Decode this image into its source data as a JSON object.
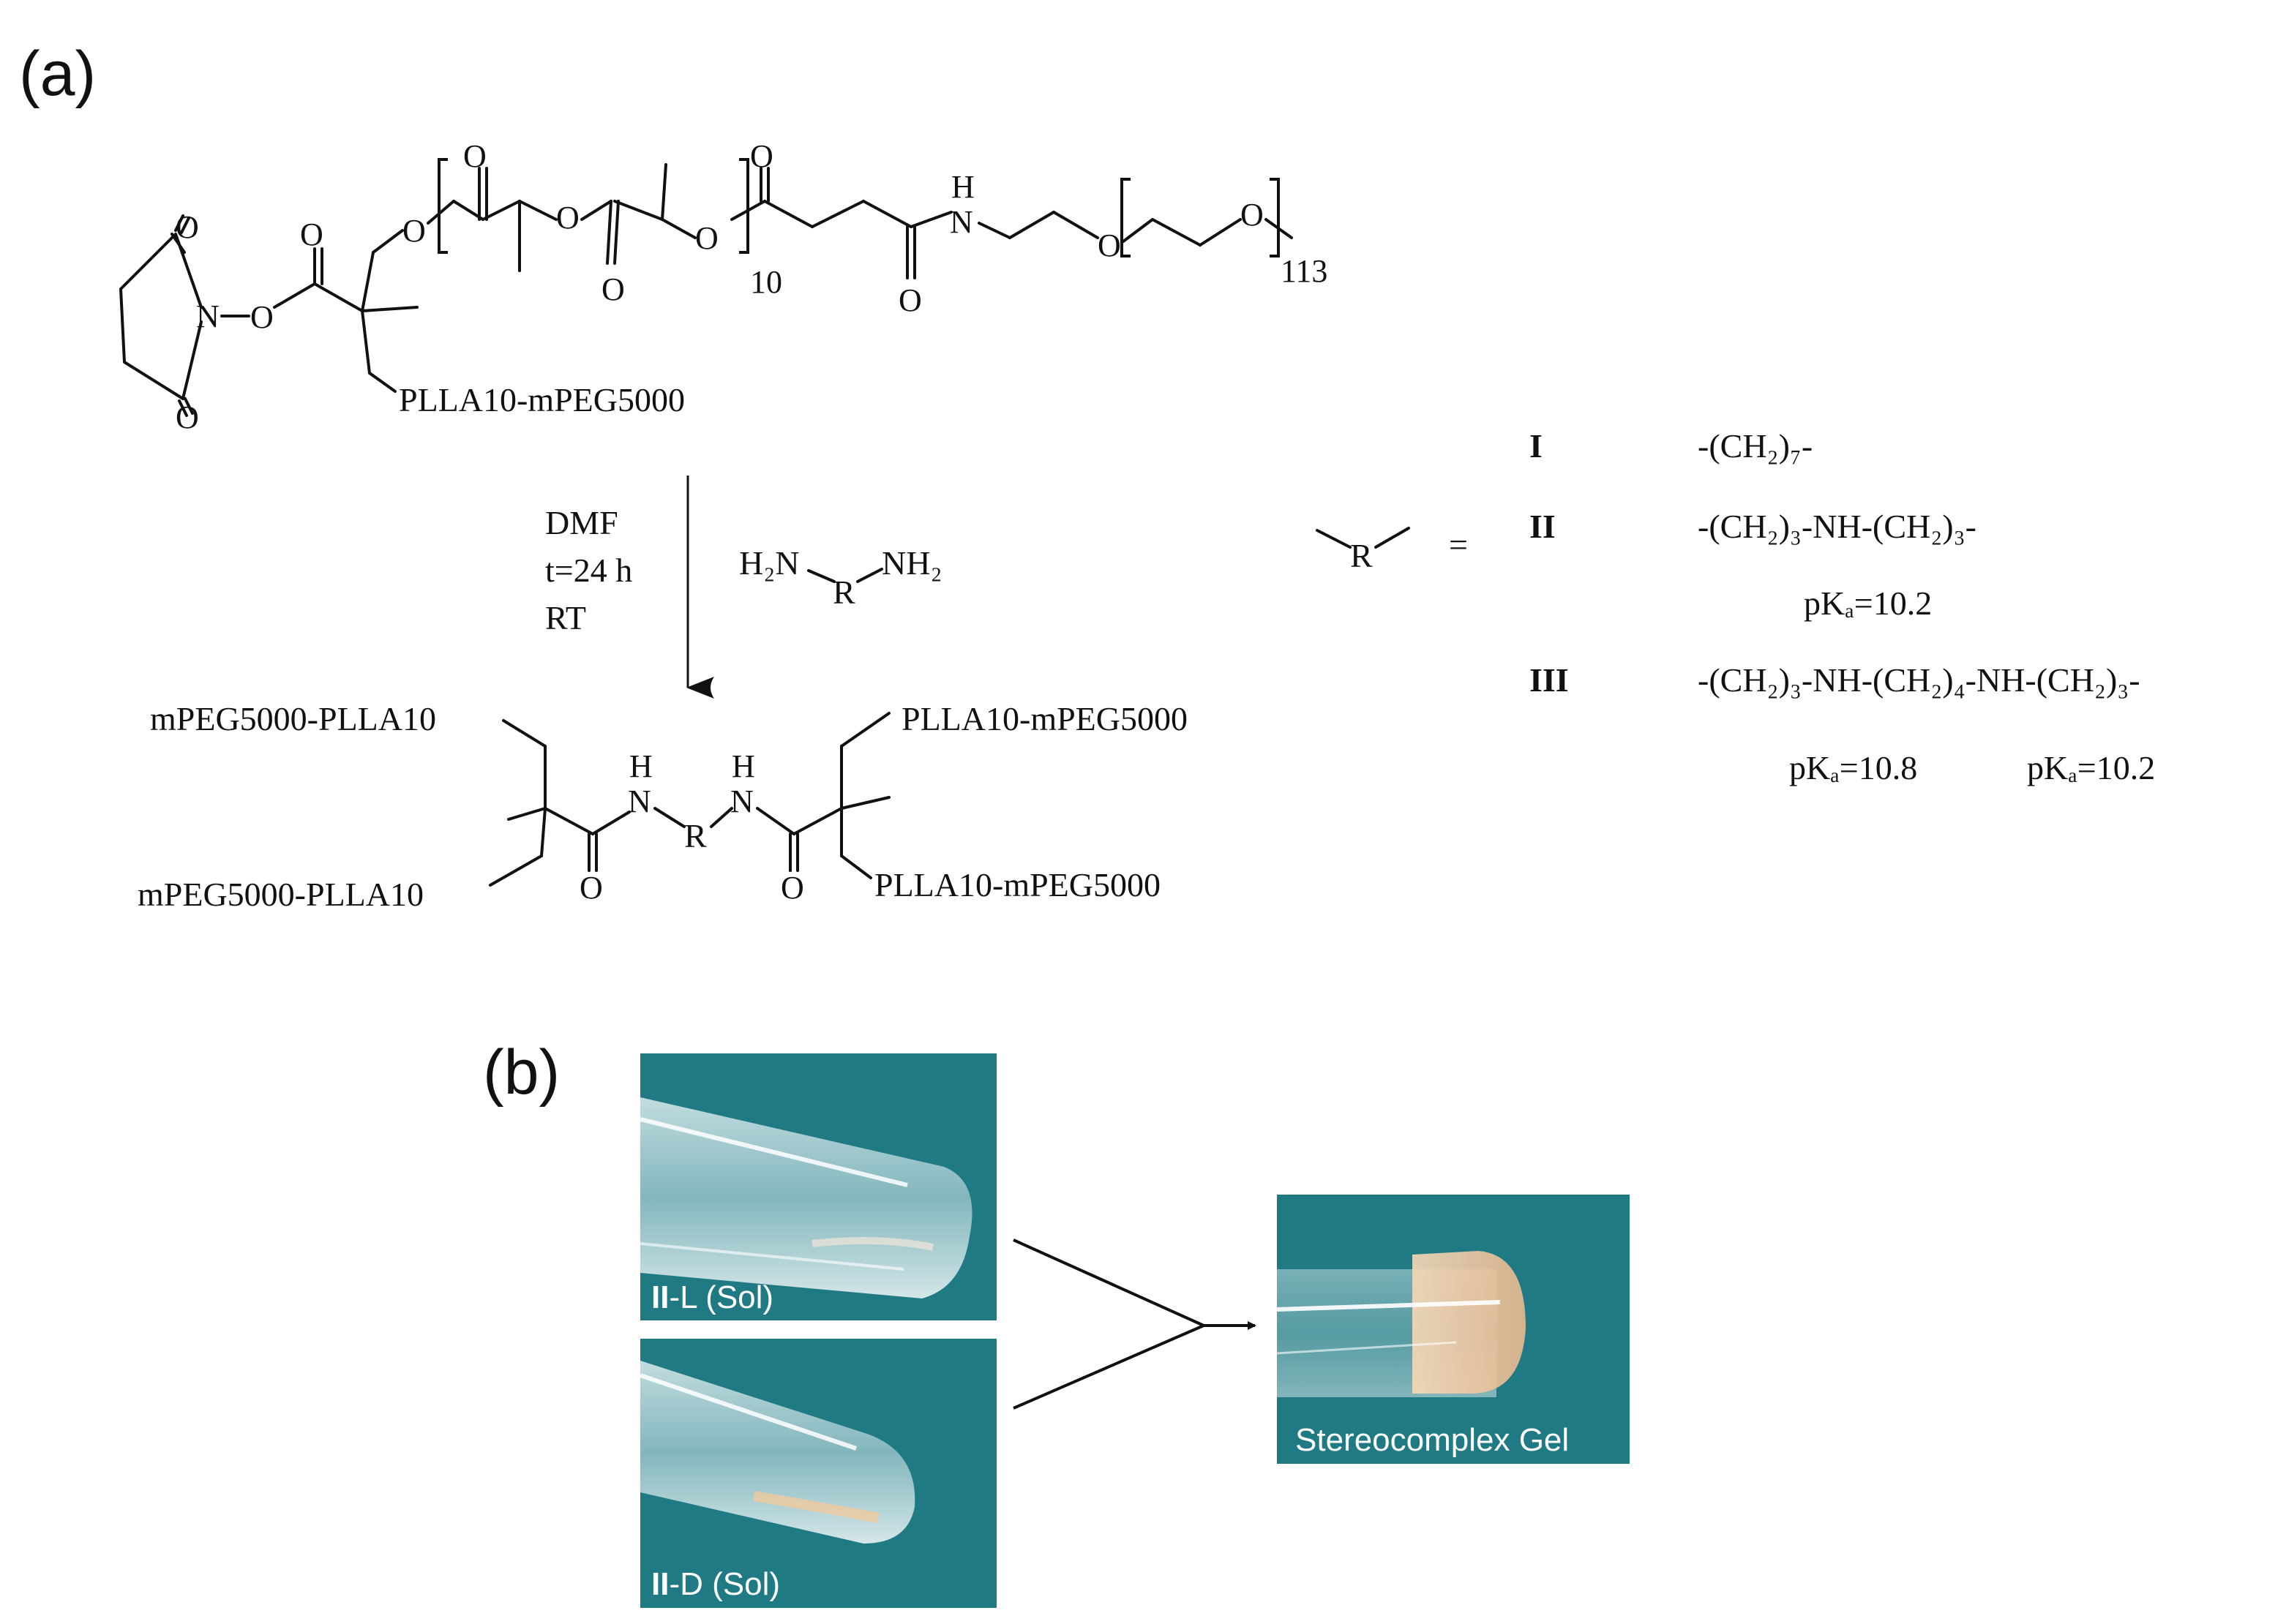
{
  "panel_a": {
    "label": "(a)",
    "structure": {
      "atoms": {
        "O": "O",
        "N": "N",
        "H": "H"
      },
      "repeat_lactide": "10",
      "repeat_peg": "113",
      "side_chain": "PLLA10-mPEG5000"
    },
    "reaction": {
      "conditions": [
        "DMF",
        "t=24 h",
        "RT"
      ],
      "reagent": {
        "left": "H₂N",
        "core": "R",
        "right": "NH₂"
      }
    },
    "product": {
      "left_top": "mPEG5000-PLLA10",
      "left_bottom": "mPEG5000-PLLA10",
      "right_top": "PLLA10-mPEG5000",
      "right_bottom": "PLLA10-mPEG5000",
      "linker": "R"
    },
    "r_definitions": {
      "symbol": "R",
      "equals": "=",
      "items": [
        {
          "numeral": "I",
          "formula": "-(CH₂)₇-",
          "pka": []
        },
        {
          "numeral": "II",
          "formula": "-(CH₂)₃-NH-(CH₂)₃-",
          "pka": [
            "pKₐ=10.2"
          ]
        },
        {
          "numeral": "III",
          "formula": "-(CH₂)₃-NH-(CH₂)₄-NH-(CH₂)₃-",
          "pka": [
            "pKₐ=10.8",
            "pKₐ=10.2"
          ]
        }
      ]
    }
  },
  "panel_b": {
    "label": "(b)",
    "photo_background": "#1f7a84",
    "photos": [
      {
        "id": "ii-l",
        "caption_bold": "II",
        "caption_rest": "-L (Sol)"
      },
      {
        "id": "ii-d",
        "caption_bold": "II",
        "caption_rest": "-D (Sol)"
      },
      {
        "id": "gel",
        "caption_bold": "",
        "caption_rest": "Stereocomplex Gel"
      }
    ]
  }
}
